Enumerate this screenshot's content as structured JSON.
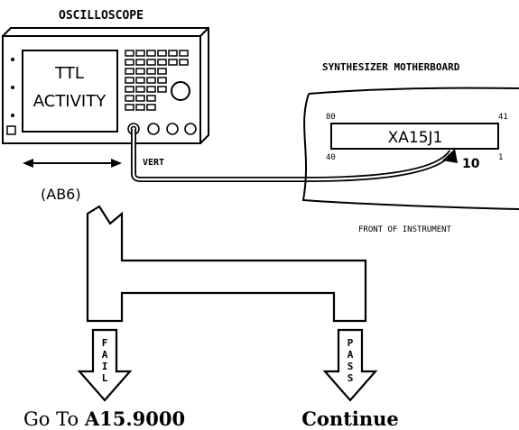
{
  "oscilloscope": {
    "title": "OSCILLOSCOPE",
    "screen_line1": "TTL",
    "screen_line2": "ACTIVITY",
    "input_label": "VERT"
  },
  "adjust_label": "(AB6)",
  "motherboard": {
    "title": "SYNTHESIZER MOTHERBOARD",
    "connector": "XA15J1",
    "pin_80": "80",
    "pin_41": "41",
    "pin_40": "40",
    "pin_1": "1",
    "probe_pin": "10",
    "front_label": "FRONT OF INSTRUMENT"
  },
  "flow": {
    "fail_letters": [
      "F",
      "A",
      "I",
      "L"
    ],
    "pass_letters": [
      "P",
      "A",
      "S",
      "S"
    ],
    "fail_prefix": "Go To",
    "fail_target": "A15.9000",
    "pass_action": "Continue"
  }
}
